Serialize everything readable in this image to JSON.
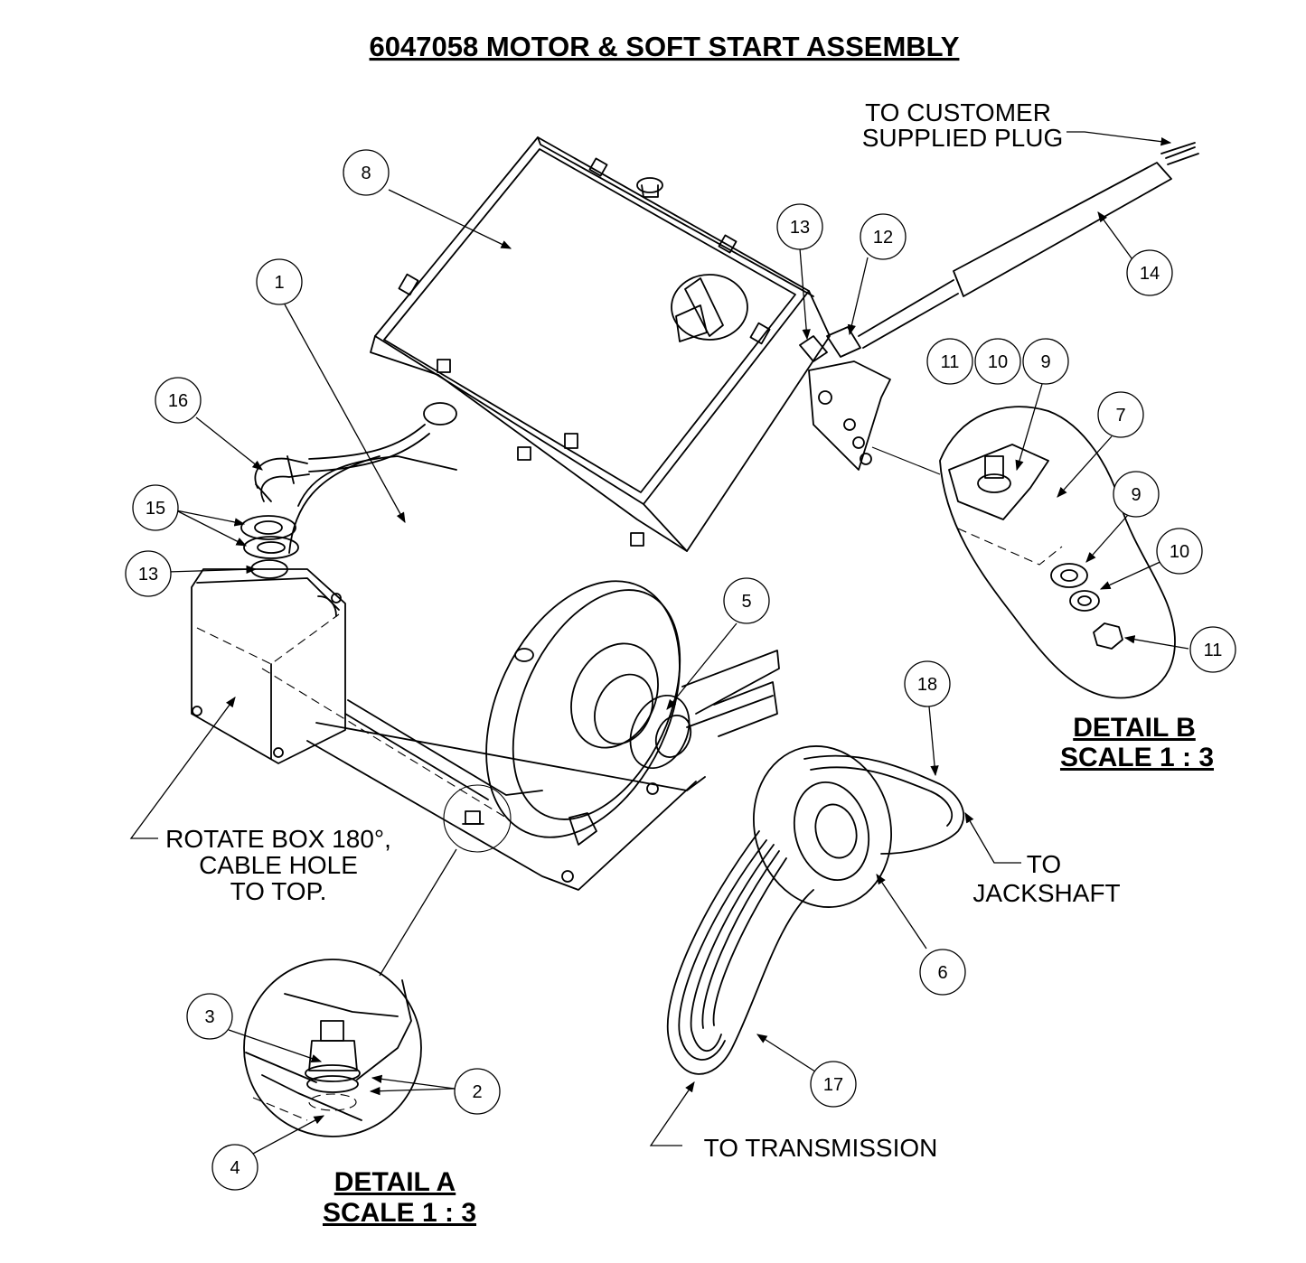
{
  "title": "6047058 MOTOR & SOFT START ASSEMBLY",
  "notes": {
    "customer_plug_1": "TO CUSTOMER",
    "customer_plug_2": "SUPPLIED PLUG",
    "rotate_1": "ROTATE BOX 180°,",
    "rotate_2": "CABLE HOLE",
    "rotate_3": "TO TOP.",
    "jackshaft_1": "TO",
    "jackshaft_2": "JACKSHAFT",
    "transmission": "TO TRANSMISSION"
  },
  "details": {
    "a_title": "DETAIL A",
    "a_scale": "SCALE 1 : 3",
    "b_title": "DETAIL B",
    "b_scale": "SCALE 1 : 3"
  },
  "balloons": [
    {
      "id": "b8",
      "label": "8"
    },
    {
      "id": "b1",
      "label": "1"
    },
    {
      "id": "b16",
      "label": "16"
    },
    {
      "id": "b15",
      "label": "15"
    },
    {
      "id": "b13a",
      "label": "13"
    },
    {
      "id": "b13b",
      "label": "13"
    },
    {
      "id": "b12",
      "label": "12"
    },
    {
      "id": "b14",
      "label": "14"
    },
    {
      "id": "b11a",
      "label": "11"
    },
    {
      "id": "b10a",
      "label": "10"
    },
    {
      "id": "b9a",
      "label": "9"
    },
    {
      "id": "b7",
      "label": "7"
    },
    {
      "id": "b9b",
      "label": "9"
    },
    {
      "id": "b10b",
      "label": "10"
    },
    {
      "id": "b11b",
      "label": "11"
    },
    {
      "id": "b5",
      "label": "5"
    },
    {
      "id": "b18",
      "label": "18"
    },
    {
      "id": "b6",
      "label": "6"
    },
    {
      "id": "b17",
      "label": "17"
    },
    {
      "id": "b3",
      "label": "3"
    },
    {
      "id": "b2",
      "label": "2"
    },
    {
      "id": "b4",
      "label": "4"
    }
  ]
}
